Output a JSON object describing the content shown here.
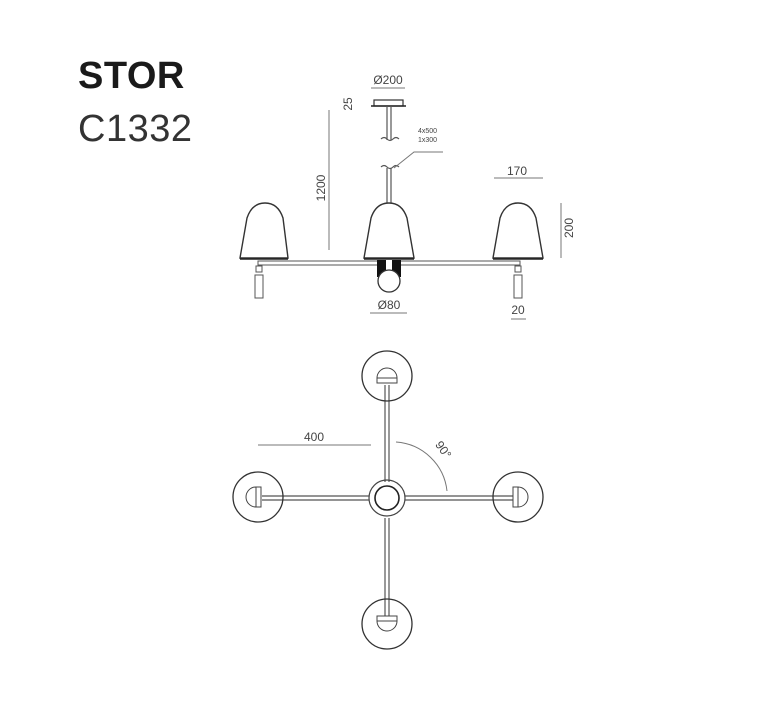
{
  "product": {
    "name": "STOR",
    "code": "C1332"
  },
  "side_view": {
    "canopy_diameter": "Ø200",
    "canopy_height": "25",
    "total_height": "1200",
    "cable_lengths": [
      "4x500",
      "1x300"
    ],
    "shade_width": "170",
    "shade_height": "200",
    "globe_diameter": "Ø80",
    "socket_width": "20"
  },
  "plan_view": {
    "arm_length": "400",
    "angle": "90°"
  },
  "colors": {
    "line": "#555555",
    "text": "#444444"
  }
}
